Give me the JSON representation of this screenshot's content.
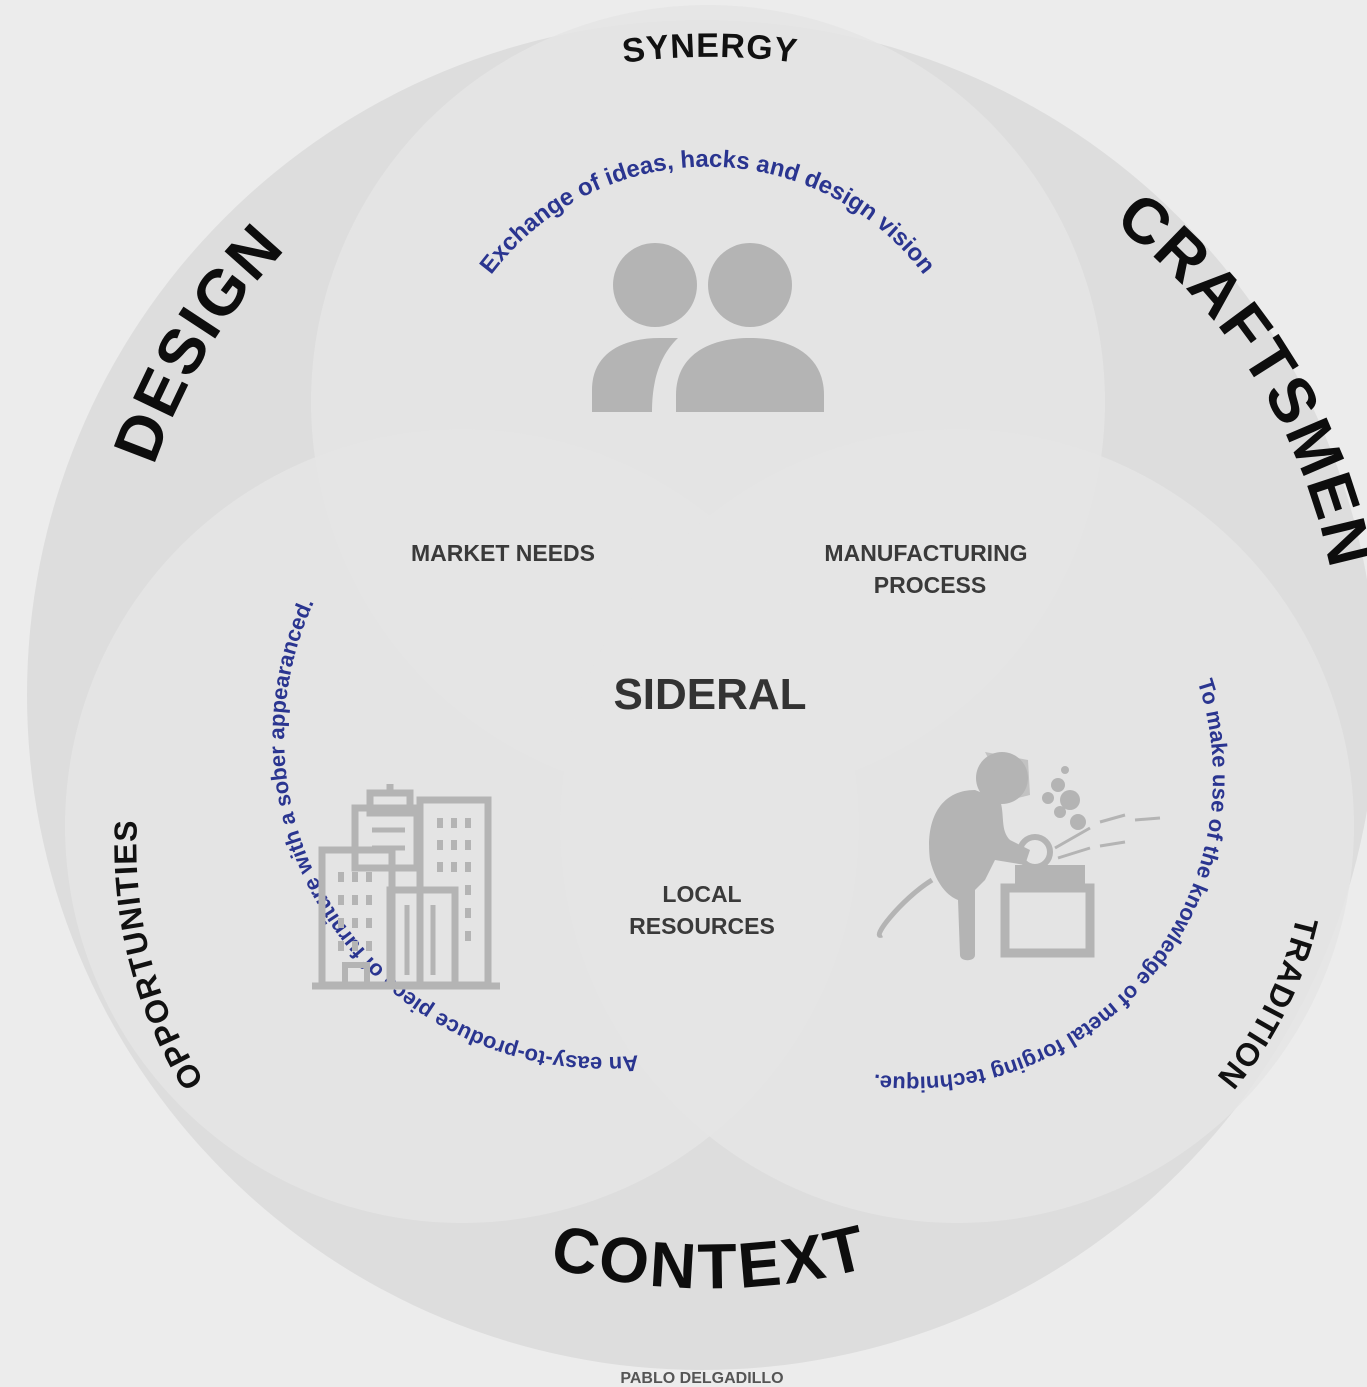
{
  "outer_labels": {
    "design": "DESIGN",
    "craftsmen": "CRAFTSMEN",
    "context": "CONTEXT"
  },
  "circle_labels": {
    "synergy": "SYNERGY",
    "opportunities": "OPPORTUNITIES",
    "tradition": "TRADITION"
  },
  "descriptions": {
    "synergy": "Exchange of ideas, hacks and design vision",
    "opportunities": "An easy-to-produce piece of furniture with a sober appearanced.",
    "tradition": "To make use of the knowledge of metal forging technique."
  },
  "regions": {
    "market_needs": "MARKET NEEDS",
    "manufacturing_line1": "MANUFACTURING",
    "manufacturing_line2": "PROCESS",
    "local_line1": "LOCAL",
    "local_line2": "RESOURCES"
  },
  "center": "SIDERAL",
  "credit": "PABLO DELGADILLO",
  "icons": {
    "synergy": "people-icon",
    "opportunities": "buildings-icon",
    "tradition": "welder-icon"
  },
  "colors": {
    "background": "#ececec",
    "outer_circle": "#dddddd",
    "inner_circle": "#e6e6e6",
    "description_text": "#2a3590",
    "icon": "#b4b4b4"
  }
}
